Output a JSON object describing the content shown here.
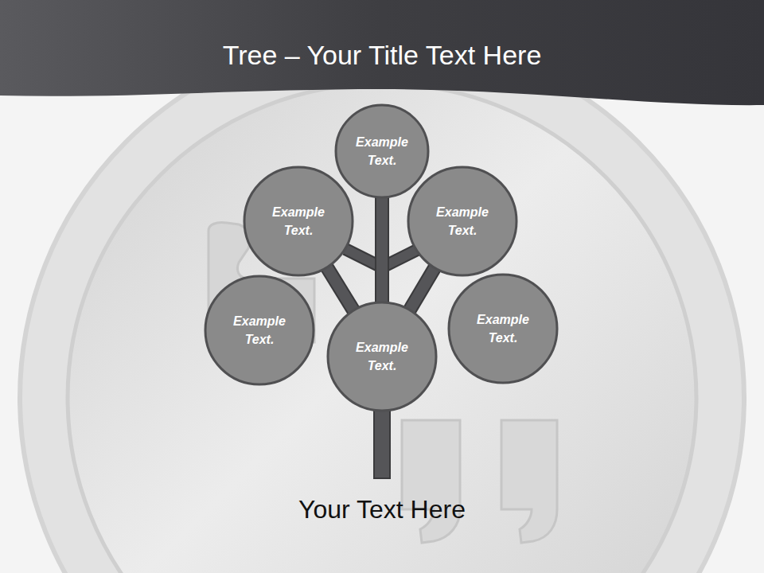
{
  "diagram": {
    "title": "Tree – Your Title Text Here",
    "caption": "Your Text Here",
    "nodes": [
      {
        "text": [
          "Example Text."
        ]
      },
      {
        "text": [
          "Example Text."
        ]
      },
      {
        "text": [
          "Example Text."
        ]
      },
      {
        "text": [
          "Example Text."
        ]
      },
      {
        "text": [
          "Example Text."
        ]
      },
      {
        "text": [
          "Example Text."
        ]
      }
    ],
    "edges": [
      {
        "from": 4,
        "to": 0,
        "arrow": "none"
      },
      {
        "from": 4,
        "to": 1,
        "arrow": "none"
      },
      {
        "from": 4,
        "to": 2,
        "arrow": "none"
      }
    ]
  }
}
